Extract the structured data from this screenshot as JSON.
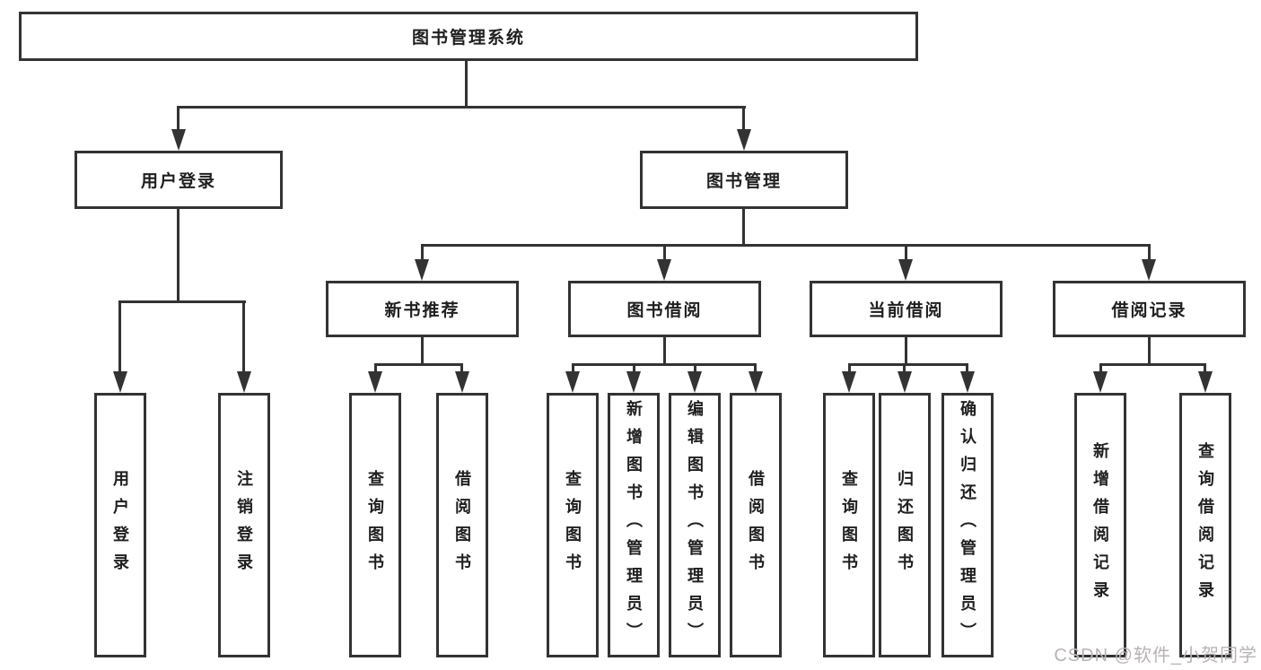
{
  "diagram": {
    "nodes": {
      "root": "图书管理系统",
      "user_login": "用户登录",
      "book_mgmt": "图书管理",
      "new_book_rec": "新书推荐",
      "book_borrow": "图书借阅",
      "current_borrow": "当前借阅",
      "borrow_record": "借阅记录"
    },
    "leaves": {
      "user_login": "用户登录",
      "logout": "注销登录",
      "rec_query": "查询图书",
      "rec_borrow": "借阅图书",
      "bor_query": "查询图书",
      "bor_add": "新增图书（管理员）",
      "bor_edit": "编辑图书（管理员）",
      "bor_borrow": "借阅图书",
      "cur_query": "查询图书",
      "cur_return": "归还图书",
      "cur_confirm": "确认归还（管理员）",
      "record_add": "新增借阅记录",
      "record_query": "查询借阅记录"
    }
  },
  "watermark": {
    "text": "CSDN @软件_小贺同学"
  },
  "colors": {
    "line": "#333333",
    "text": "#1f1f1f",
    "background": "#ffffff",
    "watermark": "#b8b3b5"
  }
}
